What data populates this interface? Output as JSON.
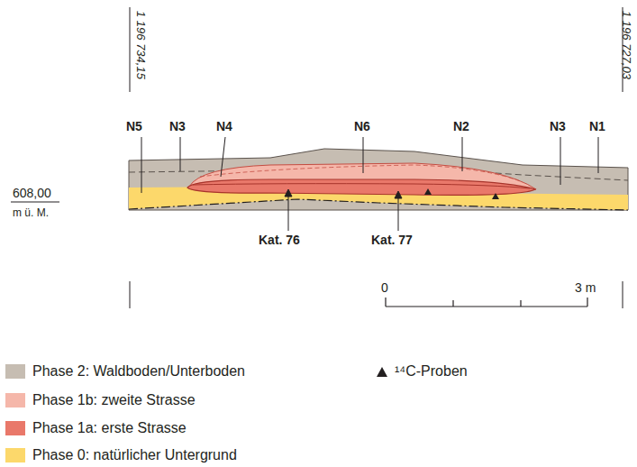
{
  "diagram": {
    "labels": [
      "1 196 734,15",
      "1 196 727,03",
      "N5",
      "N3",
      "N4",
      "N6",
      "N2",
      "N3",
      "N1",
      "608,00",
      "m ü. M.",
      "Kat. 76",
      "Kat. 77",
      "0",
      "3 m"
    ],
    "legend": [
      {
        "text": "Phase 2: Waldboden/Unterboden",
        "color": "#c6bdb2"
      },
      {
        "text": "Phase 1b: zweite Strasse",
        "color": "#f5b7aa"
      },
      {
        "text": "Phase 1a: erste Strasse",
        "color": "#e9786a"
      },
      {
        "text": "Phase 0: natürlicher Untergrund",
        "color": "#fcd86b"
      },
      {
        "text": "¹⁴C-Proben"
      }
    ]
  }
}
